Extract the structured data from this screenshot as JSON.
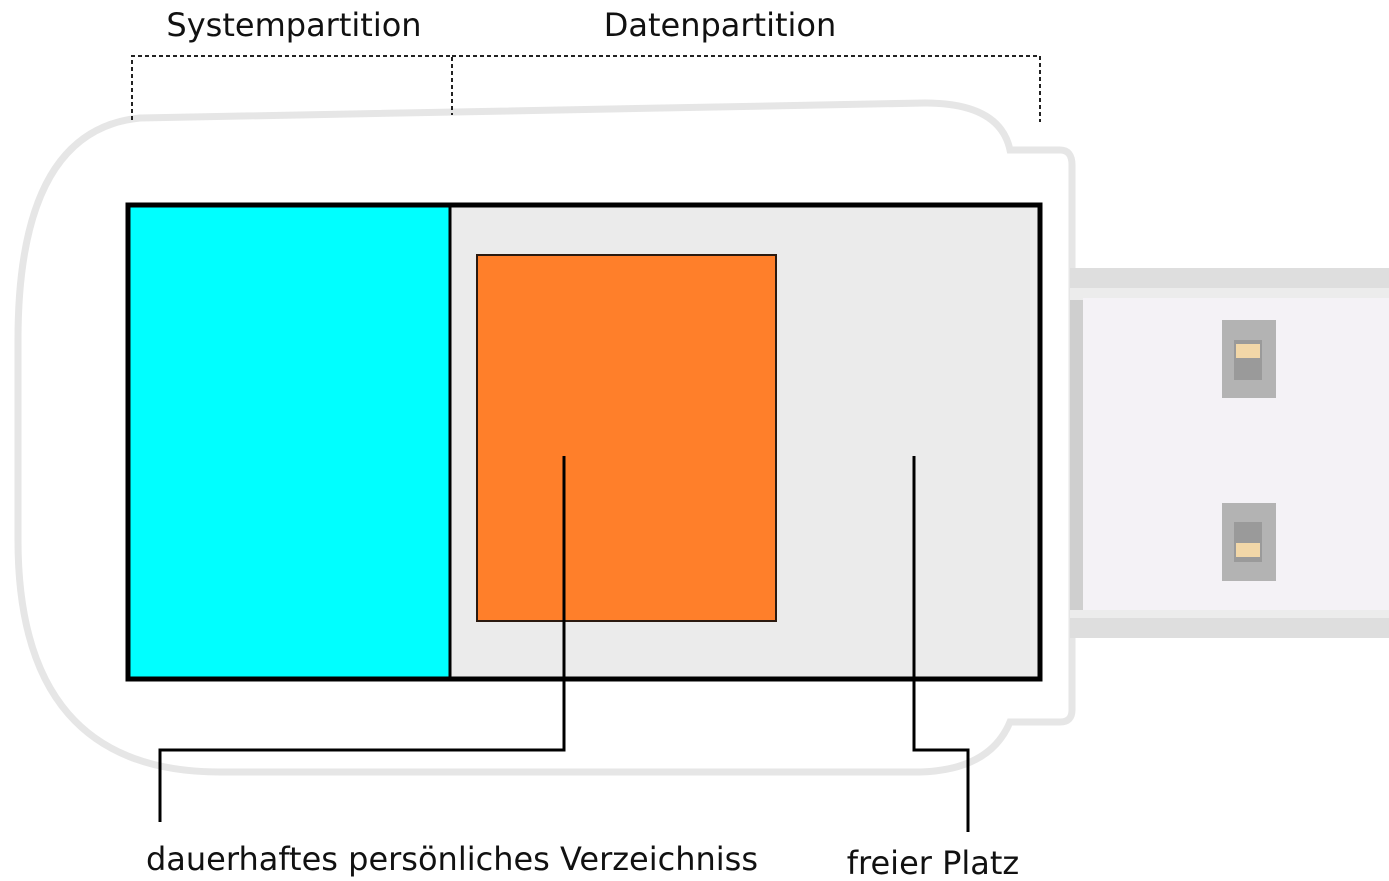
{
  "labels": {
    "system_partition": "Systempartition",
    "data_partition": "Datenpartition",
    "persistent_home": "dauerhaftes persönliches Verzeichniss",
    "free_space": "freier Platz"
  },
  "colors": {
    "system_partition_fill": "#00ffff",
    "data_partition_fill": "#ebebeb",
    "persistent_home_fill": "#ff7f2a",
    "outline": "#000000",
    "stick_body_outline": "#e6e6e6",
    "connector_fill": "#f4f2f6",
    "connector_pin": "#b3b3b3",
    "connector_contact": "#f2d7a8"
  },
  "icons": {
    "usb_stick": "usb-stick-body",
    "usb_connector": "usb-connector-icon"
  }
}
